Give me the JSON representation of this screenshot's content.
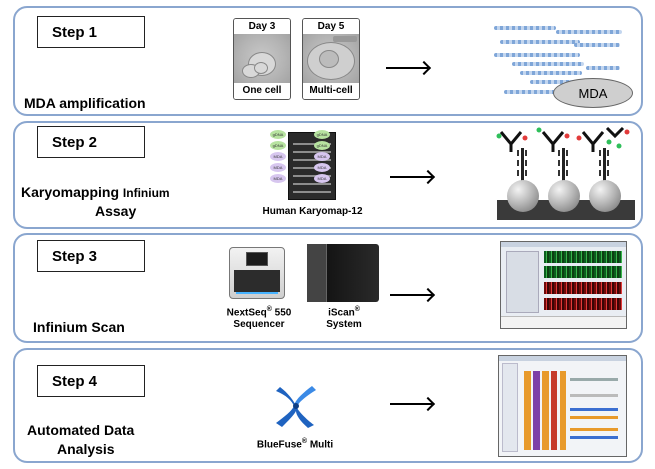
{
  "steps": [
    {
      "step": "Step 1",
      "title": "MDA amplification"
    },
    {
      "step": "Step 2",
      "title_line1": "Karyomapping",
      "title_line1_suffix": "Infinium",
      "title_line2": "Assay"
    },
    {
      "step": "Step 3",
      "title": "Infinium Scan"
    },
    {
      "step": "Step 4",
      "title_line1": "Automated Data",
      "title_line2": "Analysis"
    }
  ],
  "step1": {
    "images": [
      {
        "day": "Day 3",
        "caption": "One cell"
      },
      {
        "day": "Day 5",
        "caption": "Multi-cell"
      }
    ],
    "output_label": "MDA"
  },
  "step2": {
    "chip_label": "Human Karyomap-12",
    "chip_tags_left": [
      "gDNA",
      "gDNA",
      "MDA",
      "MDA",
      "MDA"
    ],
    "chip_tags_right": [
      "gDNA",
      "gDNA",
      "MDA",
      "MDA",
      "MDA"
    ]
  },
  "step3": {
    "instruments": [
      {
        "name_line1": "NextSeq",
        "sup": "®",
        "name_suffix": "550",
        "name_line2": "Sequencer"
      },
      {
        "name_line1": "iScan",
        "sup": "®",
        "name_suffix": "",
        "name_line2": "System"
      }
    ]
  },
  "step4": {
    "software_name": "BlueFuse",
    "sup": "®",
    "software_suffix": "Multi"
  },
  "colors": {
    "panel_border": "#8aa6cf",
    "dna": "#7fa6d8",
    "bluefuse": "#1f63c0"
  }
}
